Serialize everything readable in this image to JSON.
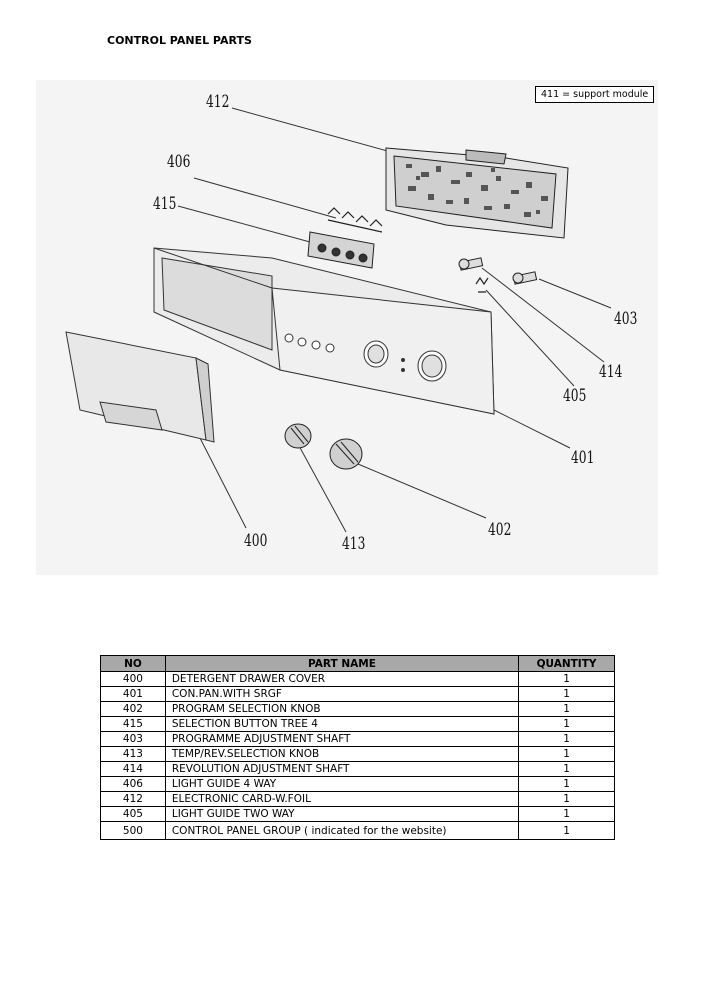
{
  "page": {
    "title": "CONTROL PANEL PARTS"
  },
  "diagram": {
    "note": "411 = support module",
    "callouts": {
      "c412": "412",
      "c406": "406",
      "c415": "415",
      "c403": "403",
      "c414": "414",
      "c405": "405",
      "c401": "401",
      "c402": "402",
      "c400": "400",
      "c413": "413"
    }
  },
  "table": {
    "headers": {
      "no": "NO",
      "name": "PART NAME",
      "qty": "QUANTITY"
    },
    "rows": [
      {
        "no": "400",
        "name": "DETERGENT DRAWER COVER",
        "qty": "1"
      },
      {
        "no": "401",
        "name": "CON.PAN.WITH SRGF",
        "qty": "1"
      },
      {
        "no": "402",
        "name": "PROGRAM SELECTION KNOB",
        "qty": "1"
      },
      {
        "no": "415",
        "name": "SELECTION BUTTON TREE 4",
        "qty": "1"
      },
      {
        "no": "403",
        "name": "PROGRAMME ADJUSTMENT  SHAFT",
        "qty": "1"
      },
      {
        "no": "413",
        "name": "TEMP/REV.SELECTION KNOB",
        "qty": "1"
      },
      {
        "no": "414",
        "name": "REVOLUTION ADJUSTMENT  SHAFT",
        "qty": "1"
      },
      {
        "no": "406",
        "name": "LIGHT GUIDE 4 WAY",
        "qty": "1"
      },
      {
        "no": "412",
        "name": "ELECTRONIC CARD-W.FOIL",
        "qty": "1"
      },
      {
        "no": "405",
        "name": "LIGHT GUIDE TWO WAY",
        "qty": "1"
      },
      {
        "no": "500",
        "name": "CONTROL PANEL GROUP ( indicated for the website)",
        "qty": "1"
      }
    ]
  }
}
